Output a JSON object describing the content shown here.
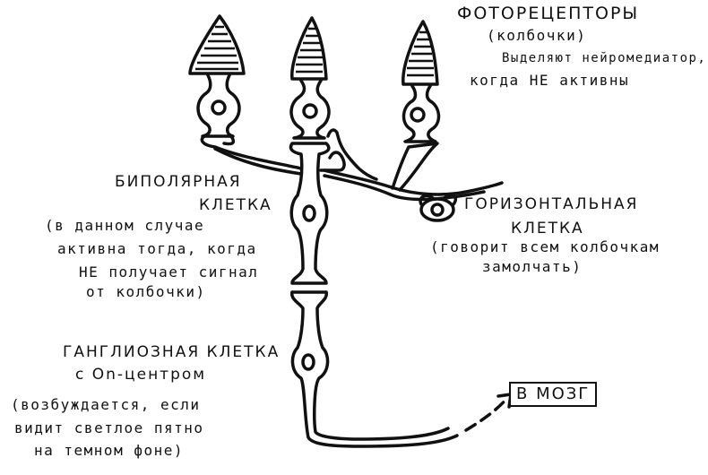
{
  "labels": {
    "photoreceptors": {
      "title": "ФОТОРЕЦЕПТОРЫ",
      "subtitle": "(колбочки)",
      "desc_line1": "Выделяют нейромедиатор,",
      "desc_line2": "когда НЕ активны"
    },
    "bipolar": {
      "title_line1": "БИПОЛЯРНАЯ",
      "title_line2": "КЛЕТКА",
      "desc_line1": "(в данном случае",
      "desc_line2": "активна тогда, когда",
      "desc_line3": "НЕ получает сигнал",
      "desc_line4": "от колбочки)"
    },
    "horizontal": {
      "title_line1": "ГОРИЗОНТАЛЬНАЯ",
      "title_line2": "КЛЕТКА",
      "desc_line1": "(говорит всем колбочкам",
      "desc_line2": "замолчать)"
    },
    "ganglion": {
      "title_line1": "ГАНГЛИОЗНАЯ КЛЕТКА",
      "title_line2": "с On-центром",
      "desc_line1": "(возбуждается, если",
      "desc_line2": "видит светлое пятно",
      "desc_line3": "на темном фоне)"
    },
    "to_brain": "В МОЗГ"
  },
  "colors": {
    "ink": "#111111",
    "paper": "#ffffff"
  }
}
